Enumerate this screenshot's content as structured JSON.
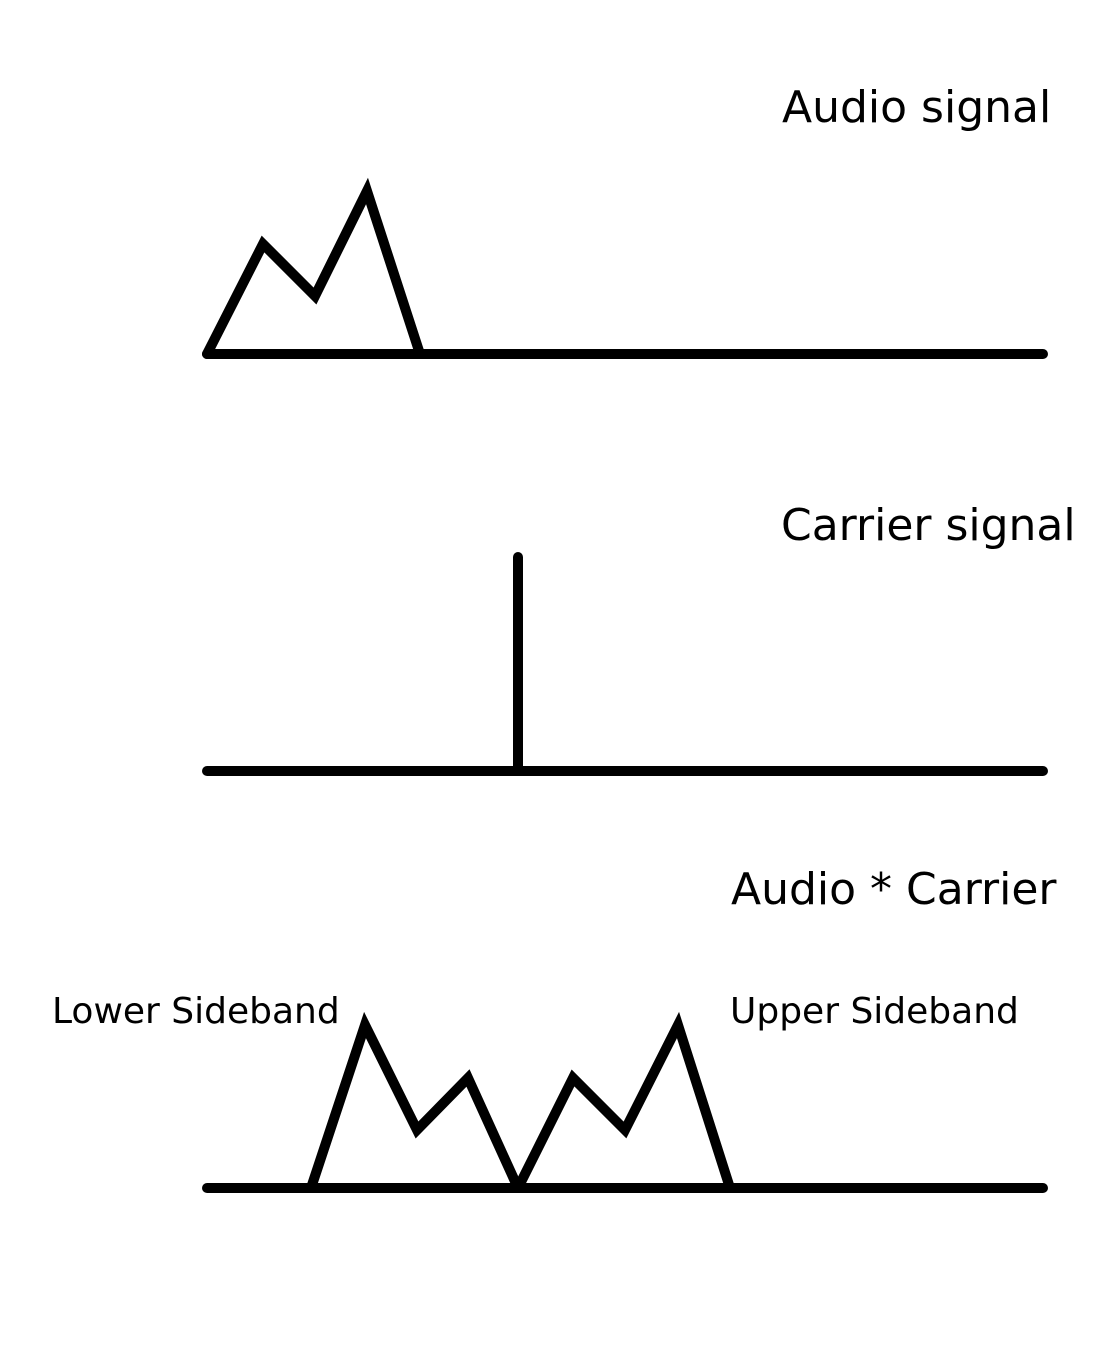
{
  "panels": {
    "audio": {
      "title": "Audio signal"
    },
    "carrier": {
      "title": "Carrier signal"
    },
    "product": {
      "title": "Audio * Carrier",
      "lower_label": "Lower Sideband",
      "upper_label": "Upper Sideband"
    }
  }
}
